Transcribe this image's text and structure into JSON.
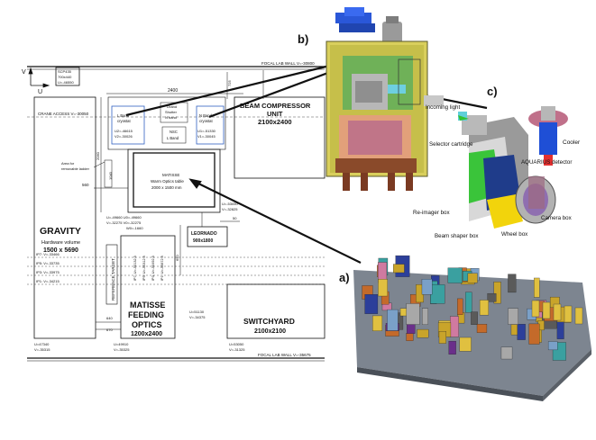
{
  "panel_labels": {
    "a": "a)",
    "b": "b)",
    "c": "c)"
  },
  "plan": {
    "scp": {
      "l1": "SCP435",
      "l2": "700x440",
      "l3": "U=-46550"
    },
    "axis_v": "V",
    "axis_u": "U",
    "focal_wall_top": "FOCAL LAB WALL  V=-30800",
    "focal_wall_bottom": "FOCAL LAB WALL  V=-35675",
    "dim_2400": "2400",
    "dim_725": "725",
    "dim_2060": "2060",
    "dim_560": "560",
    "dim_1040": "1040",
    "dim_640": "640",
    "dim_670": "670",
    "dim_650": "650",
    "dim_50": "50",
    "crane": "CRANE ACCESS  V=-30050",
    "beam_compressor": {
      "l1": "BEAM COMPRESSOR",
      "l2": "UNIT",
      "l3": "2100x2400"
    },
    "l_band": {
      "l1": "L Band",
      "l2": "cryostat",
      "l3": "U2=-46615",
      "l4": "V2=-30026"
    },
    "shutter": {
      "l1": "Lband",
      "l2": "Shutter",
      "l3": "N band"
    },
    "nsc": {
      "l1": "NSC",
      "l2": "L Band"
    },
    "n_band": {
      "l1": "N Band",
      "l2": "cryostat",
      "l3": "U1=-51330",
      "l4": "V1=-30045"
    },
    "area_ladder": {
      "l1": "Area for",
      "l2": "removable ladder"
    },
    "matisse_table": {
      "l1": "MATISSE",
      "l2": "Warm Optics table",
      "l3": "2000 x 1500 mm"
    },
    "gravity": {
      "l1": "GRAVITY",
      "l2": "Hardware volume",
      "l3": "1500 x 5690"
    },
    "coords_mid": {
      "l1": "U=-49660  U0=-49660",
      "l2": "V=-32275  V0=-32275",
      "l3": "W0=-1660"
    },
    "coords_right": {
      "l1": "U=-53050",
      "l2": "V=-32825"
    },
    "leonardo": {
      "l1": "LEORNADO",
      "l2": "900x1800"
    },
    "ip7": "IP7: V=-33466",
    "ip5": "IP5: V=-33735",
    "ip3": "IP3: V=-33975",
    "ip1": "IP1: V=-34215",
    "ref_target": "REFERENCE TARGET",
    "ip_vert": [
      "IP7: U=-50132.5",
      "IP5: U=-50312.5",
      "IP3: U=-50492.5",
      "IP1: U=-50672.5"
    ],
    "mfo": {
      "l1": "MATISSE",
      "l2": "FEEDING",
      "l3": "OPTICS",
      "l4": "1200x2400"
    },
    "u51130": {
      "l1": "U=51130",
      "l2": "V=-34375"
    },
    "switchyard": {
      "l1": "SWITCHYARD",
      "l2": "2100x2100"
    },
    "bl_left": {
      "l1": "U=47340",
      "l2": "V=-35315"
    },
    "bl_mid": {
      "l1": "U=49910",
      "l2": "V=-35325"
    },
    "bl_right": {
      "l1": "U=53050",
      "l2": "V=-31325"
    }
  },
  "labels_c": {
    "incoming_light": "Incoming light",
    "selector_cartridge": "Selector cartridge",
    "cooler": "Cooler",
    "aquarius": "AQUARIUS detector",
    "reimager": "Re-imager box",
    "camera": "Camera box",
    "beam_shaper": "Beam shaper box",
    "wheel": "Wheel box"
  },
  "colors": {
    "line": "#111111",
    "dash": "#555555",
    "cooler": "#1f4fd6",
    "green": "#3ac43a",
    "yellow": "#f2d40c",
    "grey": "#8d8d8d"
  }
}
